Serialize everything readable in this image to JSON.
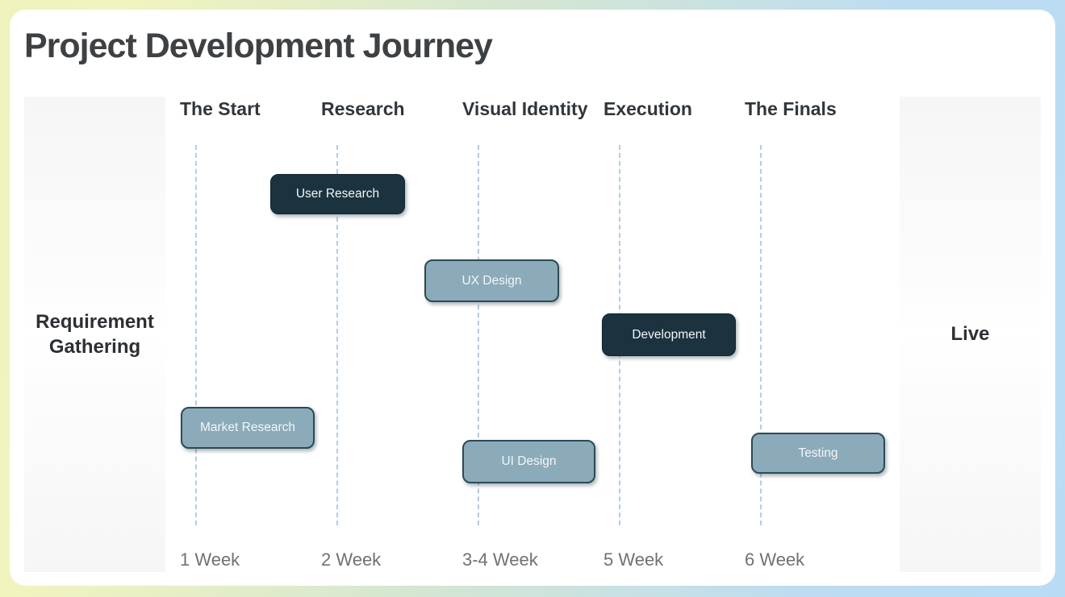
{
  "title": "Project Development Journey",
  "left_panel": {
    "label": "Requirement Gathering"
  },
  "right_panel": {
    "label": "Live"
  },
  "columns": [
    {
      "label": "The Start",
      "week": "1 Week"
    },
    {
      "label": "Research",
      "week": "2 Week"
    },
    {
      "label": "Visual Identity",
      "week": "3-4 Week"
    },
    {
      "label": "Execution",
      "week": "5 Week"
    },
    {
      "label": "The Finals",
      "week": "6 Week"
    }
  ],
  "tasks": [
    {
      "label": "User Research",
      "variant": "dark",
      "phase": "Research"
    },
    {
      "label": "UX Design",
      "variant": "light",
      "phase": "Visual Identity"
    },
    {
      "label": "Development",
      "variant": "dark",
      "phase": "Execution"
    },
    {
      "label": "Market Research",
      "variant": "light",
      "phase": "The Start"
    },
    {
      "label": "UI Design",
      "variant": "light",
      "phase": "Visual Identity"
    },
    {
      "label": "Testing",
      "variant": "light",
      "phase": "The Finals"
    }
  ],
  "colors": {
    "dark_bar": "#1b333e",
    "light_bar": "#8babba",
    "light_bar_border": "#2c4a56",
    "dashed_line": "#b3cde2",
    "panel_bg": "#f6f6f7",
    "title_text": "#3e4144",
    "header_text": "#30363b",
    "week_text": "#717171",
    "background_gradient_left": "#eff2bd",
    "background_gradient_right": "#b9dcf4"
  },
  "chart_data": {
    "type": "bar",
    "title": "Project Development Journey",
    "orientation": "horizontal-timeline",
    "categories": [
      "The Start",
      "Research",
      "Visual Identity",
      "Execution",
      "The Finals"
    ],
    "x_ticks": [
      "1 Week",
      "2 Week",
      "3-4 Week",
      "5 Week",
      "6 Week"
    ],
    "start_milestone": "Requirement Gathering",
    "end_milestone": "Live",
    "series": [
      {
        "name": "User Research",
        "phase": "Research",
        "week": "2 Week",
        "style": "dark"
      },
      {
        "name": "UX Design",
        "phase": "Visual Identity",
        "week": "3-4 Week",
        "style": "light"
      },
      {
        "name": "Development",
        "phase": "Execution",
        "week": "5 Week",
        "style": "dark"
      },
      {
        "name": "Market Research",
        "phase": "The Start",
        "week": "1 Week",
        "style": "light"
      },
      {
        "name": "UI Design",
        "phase": "Visual Identity",
        "week": "3-4 Week",
        "style": "light"
      },
      {
        "name": "Testing",
        "phase": "The Finals",
        "week": "6 Week",
        "style": "light"
      }
    ],
    "grid": "vertical-dashed",
    "legend": "none"
  }
}
